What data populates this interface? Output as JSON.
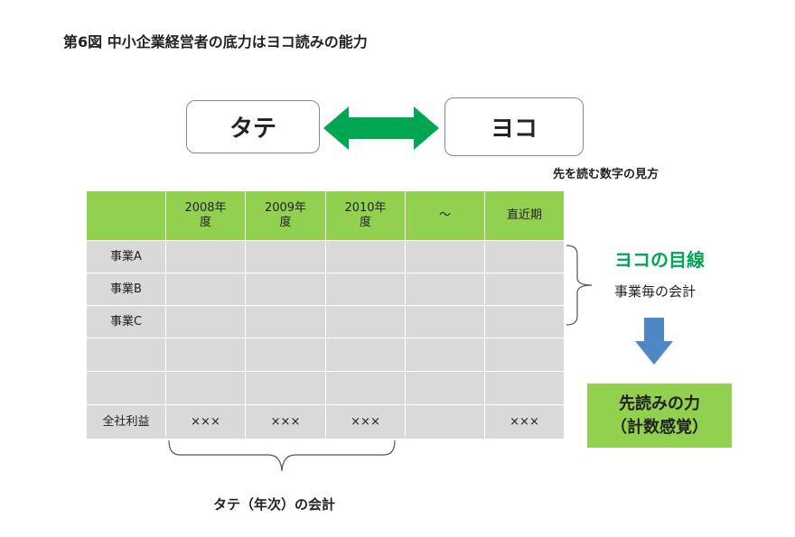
{
  "title": "第6図  中小企業経営者の底力はヨコ読みの能力",
  "top": {
    "tate": "タテ",
    "yoko": "ヨコ",
    "caption": "先を読む数字の見方"
  },
  "table": {
    "columns": [
      "",
      "2008年\n度",
      "2009年\n度",
      "2010年\n度",
      "～",
      "直近期"
    ],
    "rows": [
      [
        "事業A",
        "",
        "",
        "",
        "",
        ""
      ],
      [
        "事業B",
        "",
        "",
        "",
        "",
        ""
      ],
      [
        "事業C",
        "",
        "",
        "",
        "",
        ""
      ],
      [
        "",
        "",
        "",
        "",
        "",
        ""
      ],
      [
        "",
        "",
        "",
        "",
        "",
        ""
      ],
      [
        "全社利益",
        "×××",
        "×××",
        "×××",
        "",
        "×××"
      ]
    ]
  },
  "right": {
    "yoko_gaze": "ヨコの目線",
    "per_business": "事業毎の会計",
    "foresight_line1": "先読みの力",
    "foresight_line2": "（計数感覚）"
  },
  "bottom": {
    "caption": "タテ（年次）の会計"
  },
  "colors": {
    "green_header": "#92d050",
    "grid_body": "#d9d9d9",
    "arrow_green": "#00a651",
    "arrow_blue": "#4f86c6",
    "accent_text": "#00a651"
  }
}
